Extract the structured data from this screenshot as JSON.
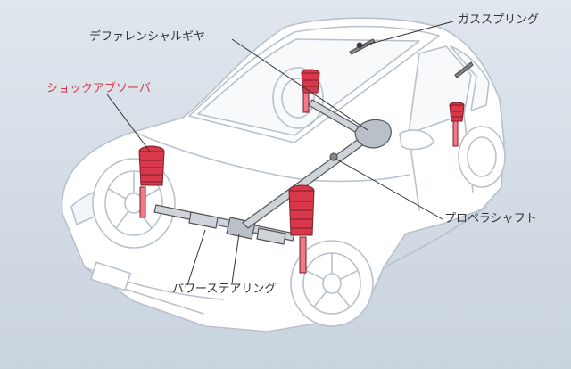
{
  "labels": {
    "differential_gear": "デファレンシャルギヤ",
    "gas_spring": "ガススプリング",
    "shock_absorber": "ショックアブソーバ",
    "propeller_shaft": "プロペラシャフト",
    "power_steering": "パワーステアリング"
  },
  "colors": {
    "background_top": "#dfe6ee",
    "background_bottom": "#c9d3de",
    "car_outline": "#b8c2cc",
    "car_body": "#ffffff",
    "highlight_part": "#d8384a",
    "mechanical_part": "#cfd4da",
    "callout_line": "#333333"
  }
}
